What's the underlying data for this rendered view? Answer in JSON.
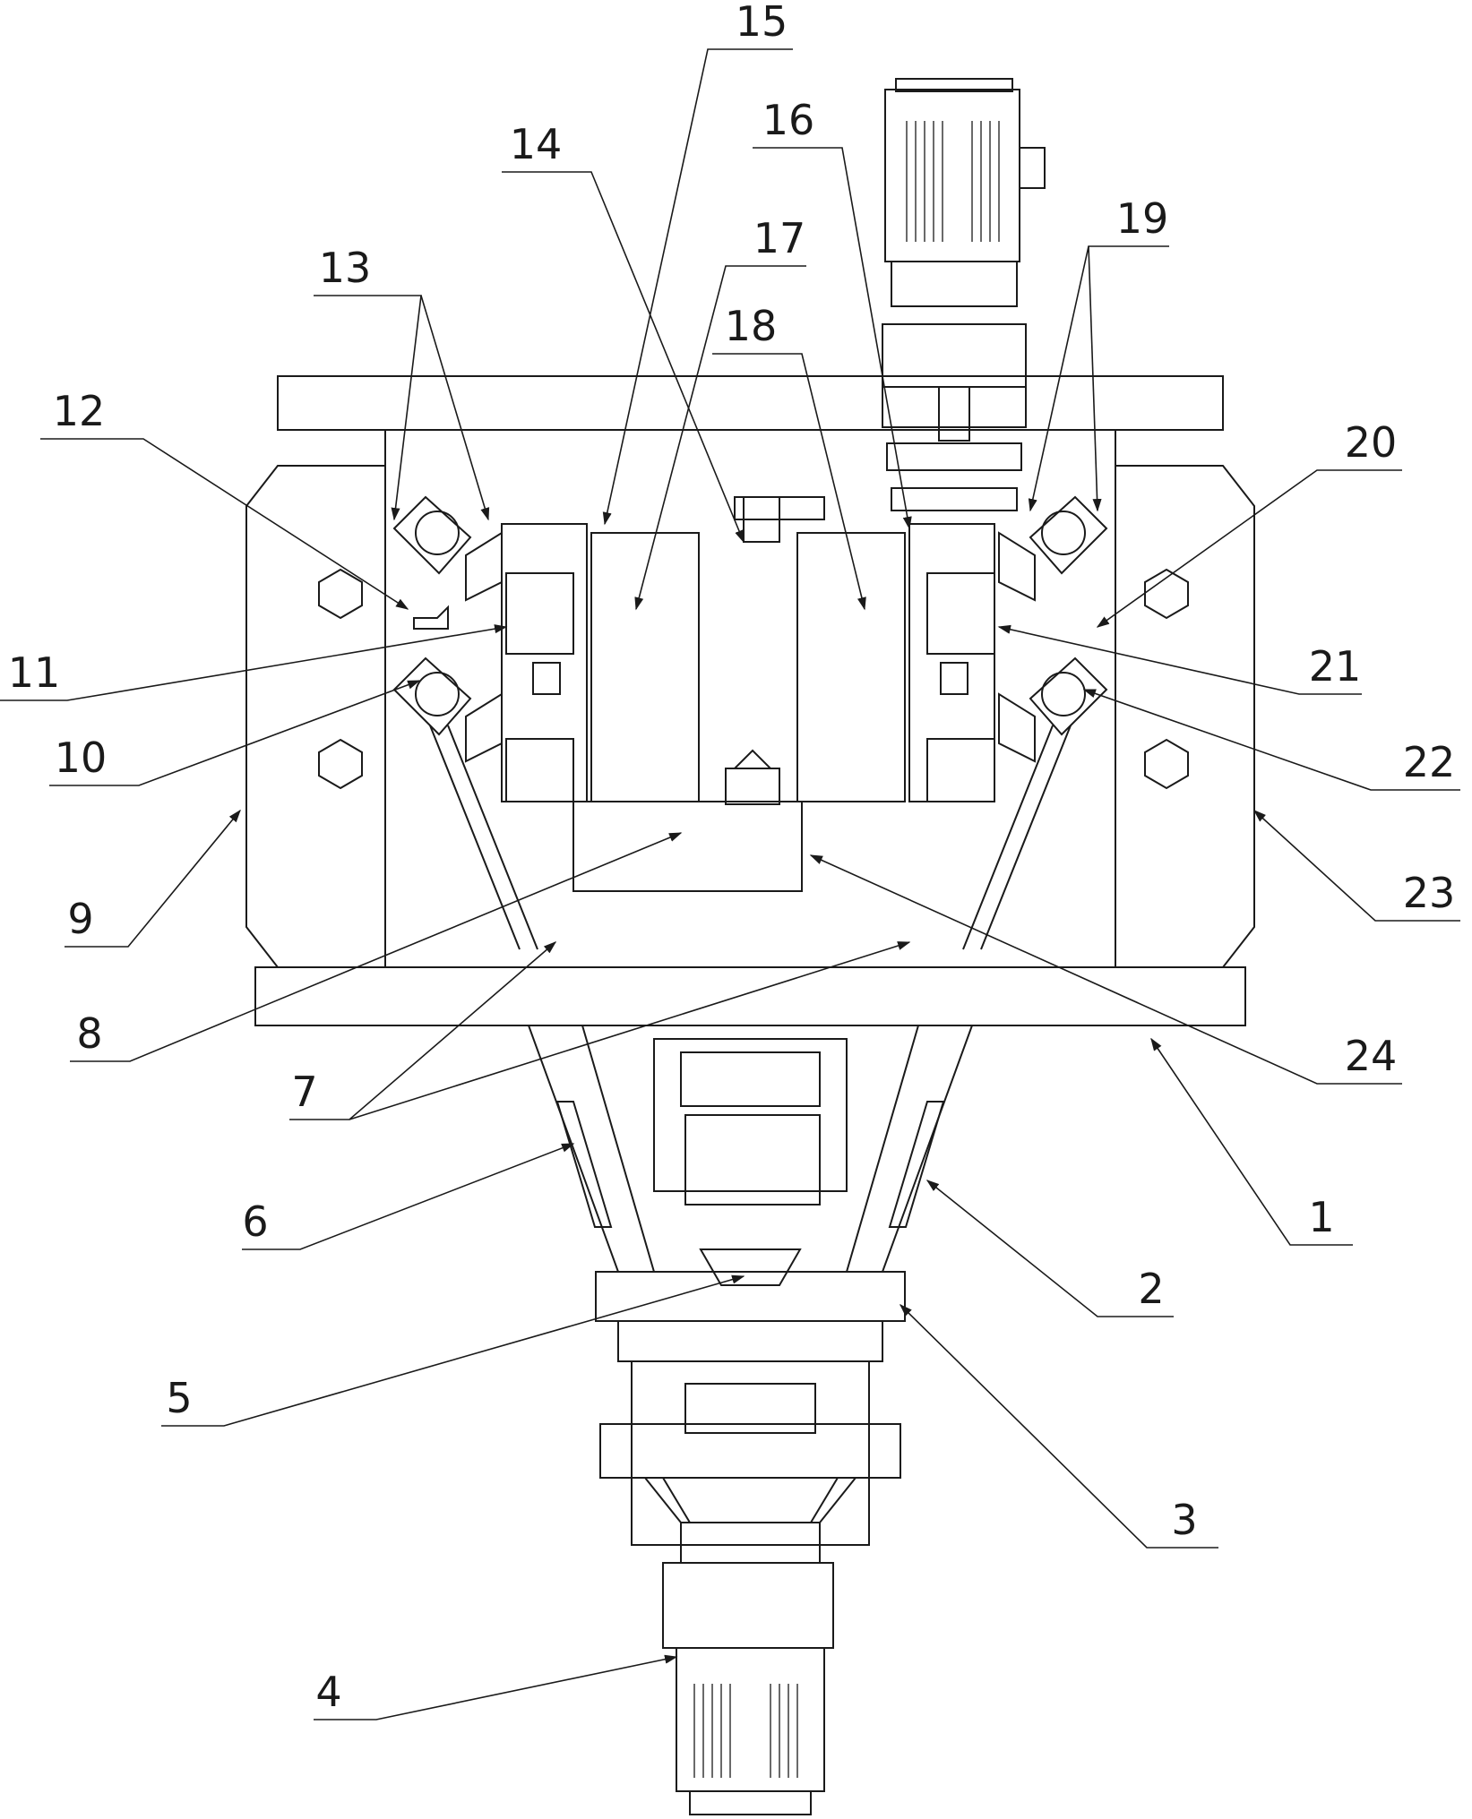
{
  "figure": {
    "type": "mechanical assembly drawing",
    "callouts": [
      {
        "id": "c1",
        "label": "1"
      },
      {
        "id": "c2",
        "label": "2"
      },
      {
        "id": "c3",
        "label": "3"
      },
      {
        "id": "c4",
        "label": "4"
      },
      {
        "id": "c5",
        "label": "5"
      },
      {
        "id": "c6",
        "label": "6"
      },
      {
        "id": "c7",
        "label": "7"
      },
      {
        "id": "c8",
        "label": "8"
      },
      {
        "id": "c9",
        "label": "9"
      },
      {
        "id": "c10",
        "label": "10"
      },
      {
        "id": "c11",
        "label": "11"
      },
      {
        "id": "c12",
        "label": "12"
      },
      {
        "id": "c13",
        "label": "13"
      },
      {
        "id": "c14",
        "label": "14"
      },
      {
        "id": "c15",
        "label": "15"
      },
      {
        "id": "c16",
        "label": "16"
      },
      {
        "id": "c17",
        "label": "17"
      },
      {
        "id": "c18",
        "label": "18"
      },
      {
        "id": "c19",
        "label": "19"
      },
      {
        "id": "c20",
        "label": "20"
      },
      {
        "id": "c21",
        "label": "21"
      },
      {
        "id": "c22",
        "label": "22"
      },
      {
        "id": "c23",
        "label": "23"
      },
      {
        "id": "c24",
        "label": "24"
      }
    ]
  }
}
